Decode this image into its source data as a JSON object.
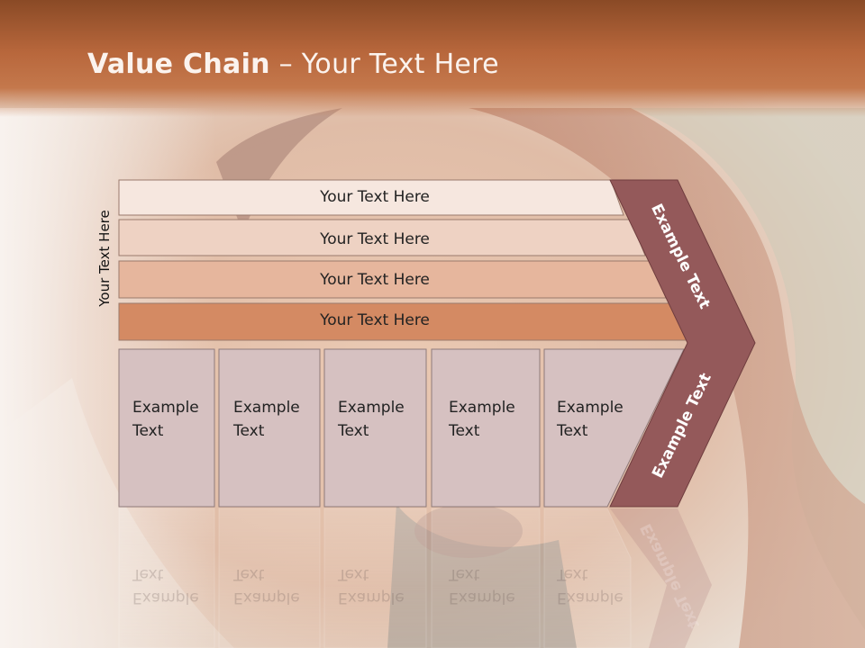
{
  "slide": {
    "title_bold": "Value Chain",
    "title_rest": " – Your Text Here",
    "side_label": "Your Text Here"
  },
  "bars": [
    {
      "label": "Your Text Here",
      "color": "#f6e7df"
    },
    {
      "label": "Your Text Here",
      "color": "#eed2c3"
    },
    {
      "label": "Your Text Here",
      "color": "#e6b69d"
    },
    {
      "label": "Your Text Here",
      "color": "#d48a63"
    }
  ],
  "boxes": [
    {
      "line1": "Example",
      "line2": "Text"
    },
    {
      "line1": "Example",
      "line2": "Text"
    },
    {
      "line1": "Example",
      "line2": "Text"
    },
    {
      "line1": "Example",
      "line2": "Text"
    },
    {
      "line1": "Example",
      "line2": "Text"
    }
  ],
  "chevron": {
    "top_label": "Example Text",
    "bottom_label": "Example Text",
    "color": "#94595a"
  },
  "colors": {
    "box_fill": "#d6c1c1",
    "header_top": "#8a4a26",
    "header_bottom": "#c4784c"
  }
}
